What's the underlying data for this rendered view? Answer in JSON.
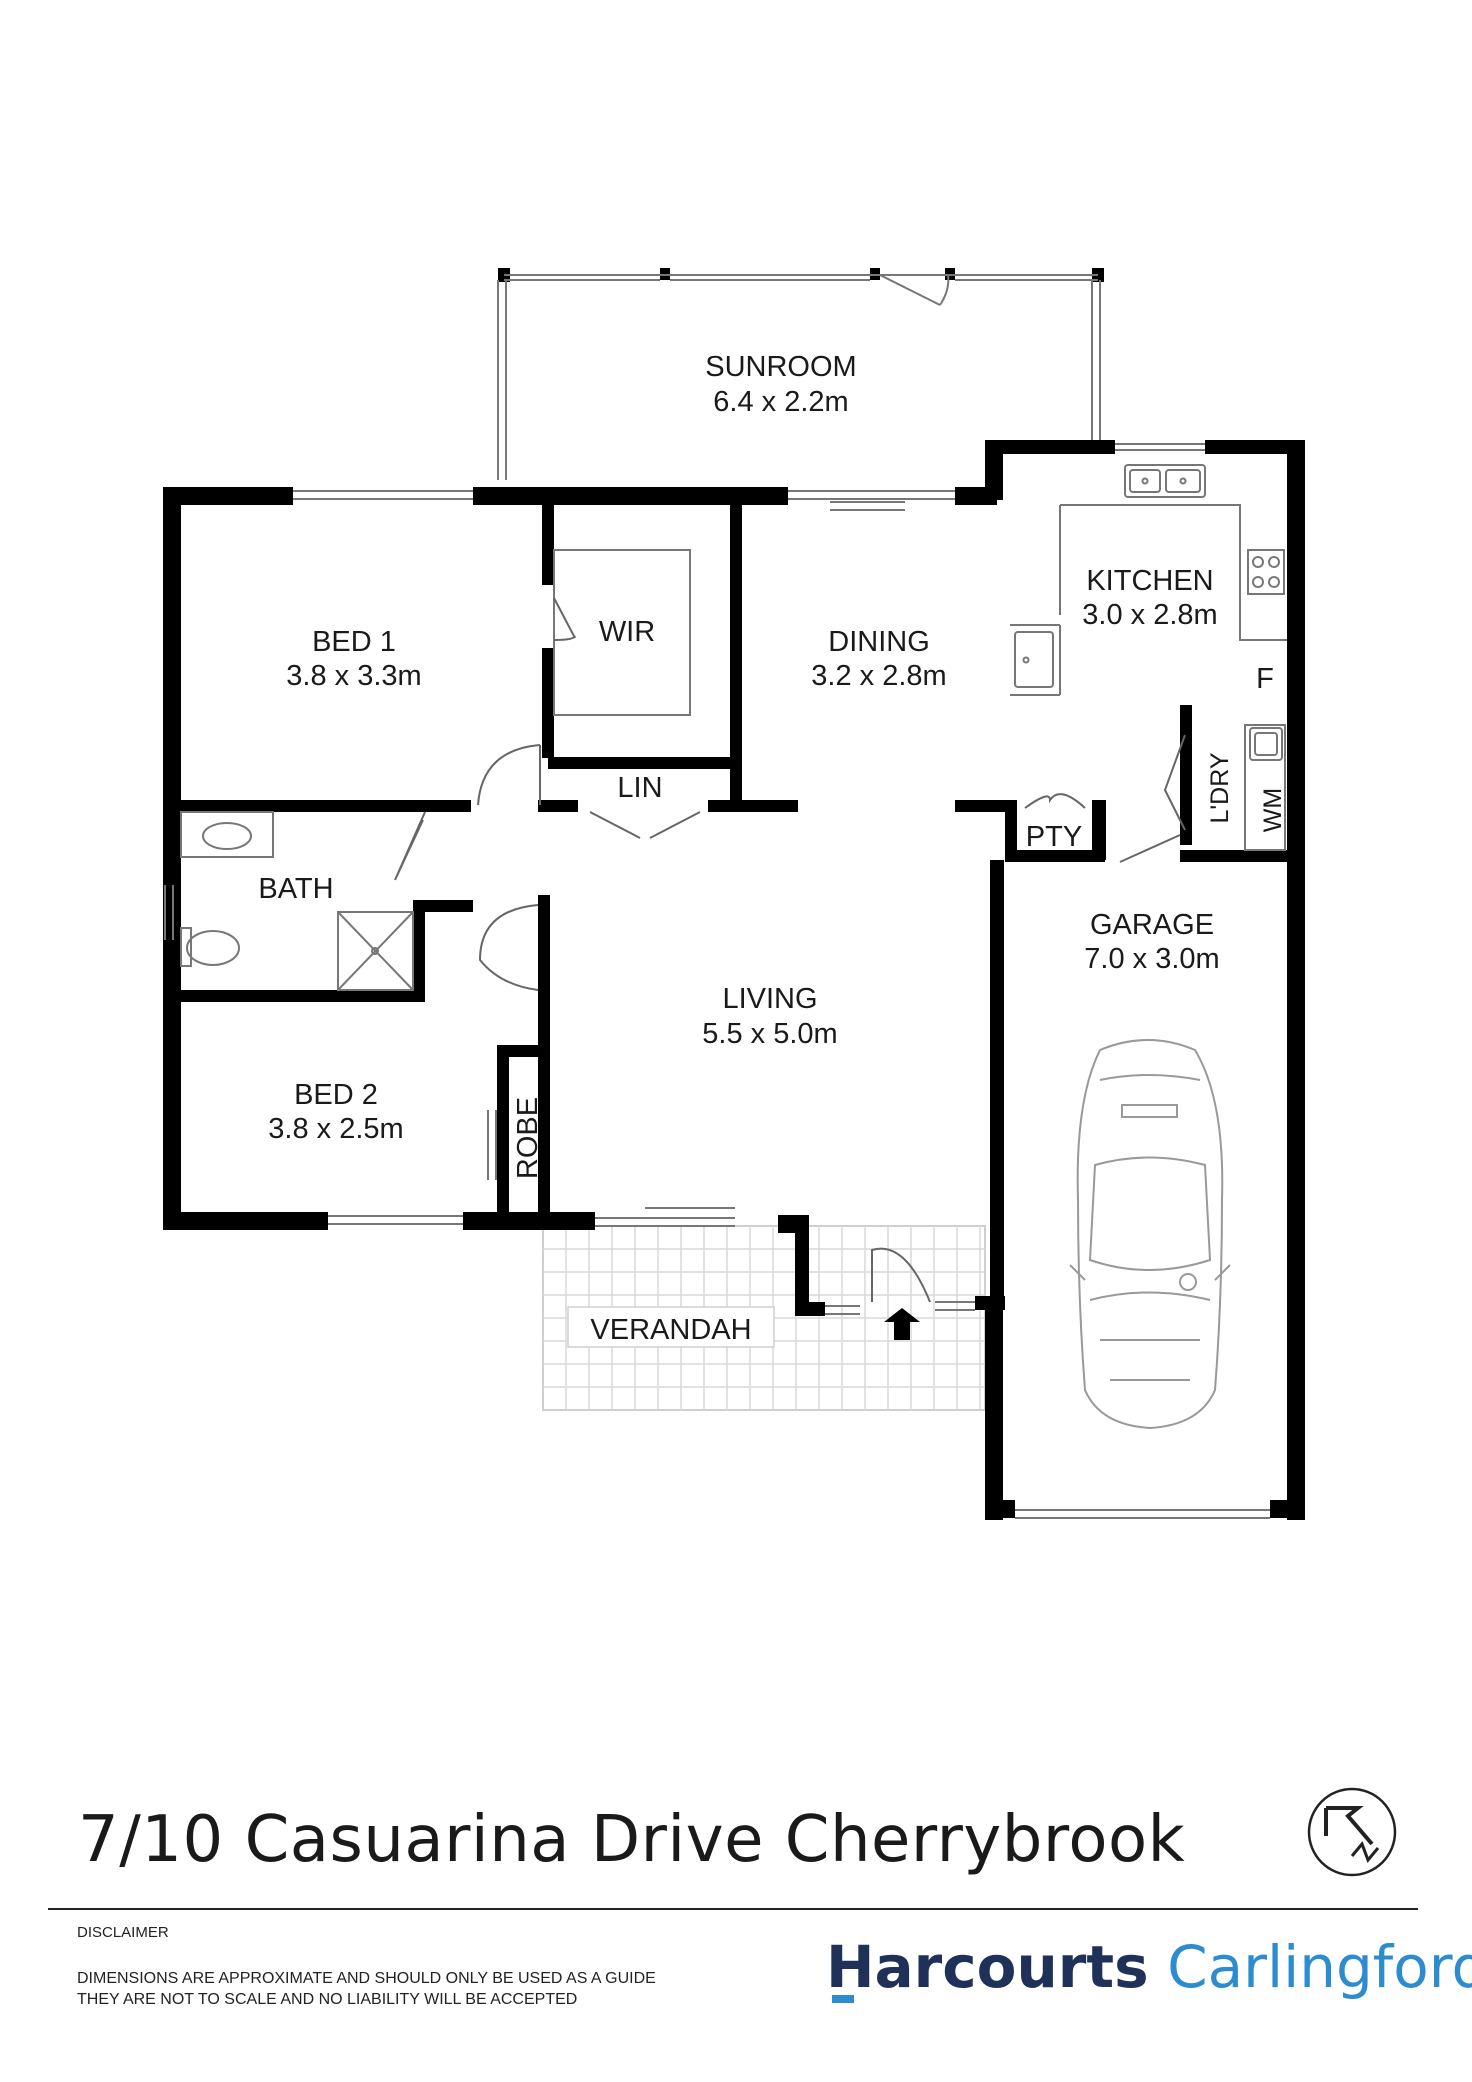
{
  "rooms": {
    "sunroom": {
      "name": "SUNROOM",
      "size": "6.4 x 2.2m"
    },
    "bed1": {
      "name": "BED 1",
      "size": "3.8 x 3.3m"
    },
    "wir": {
      "name": "WIR"
    },
    "dining": {
      "name": "DINING",
      "size": "3.2 x 2.8m"
    },
    "kitchen": {
      "name": "KITCHEN",
      "size": "3.0 x 2.8m"
    },
    "fridge": {
      "name": "F"
    },
    "lin": {
      "name": "LIN"
    },
    "pty": {
      "name": "PTY"
    },
    "ldry": {
      "name": "L'DRY"
    },
    "wm": {
      "name": "WM"
    },
    "bath": {
      "name": "BATH"
    },
    "living": {
      "name": "LIVING",
      "size": "5.5 x 5.0m"
    },
    "garage": {
      "name": "GARAGE",
      "size": "7.0 x 3.0m"
    },
    "bed2": {
      "name": "BED 2",
      "size": "3.8 x 2.5m"
    },
    "robe": {
      "name": "ROBE"
    },
    "verandah": {
      "name": "VERANDAH"
    }
  },
  "footer": {
    "address": "7/10 Casuarina Drive Cherrybrook",
    "disclaimer_title": "DISCLAIMER",
    "disclaimer_line1": "DIMENSIONS ARE APPROXIMATE AND SHOULD ONLY BE USED AS A GUIDE",
    "disclaimer_line2": "THEY ARE NOT TO SCALE AND NO LIABILITY WILL BE ACCEPTED",
    "brand_primary": "Harcourts",
    "brand_secondary": "Carlingford"
  },
  "colors": {
    "wall": "#000000",
    "brand_dark": "#1f3158",
    "brand_light": "#2d8bd0"
  },
  "icons": [
    "north-compass-icon",
    "car-icon",
    "sink-icon",
    "cooktop-icon",
    "toilet-icon",
    "shower-icon",
    "basin-icon",
    "laundry-tub-icon"
  ]
}
